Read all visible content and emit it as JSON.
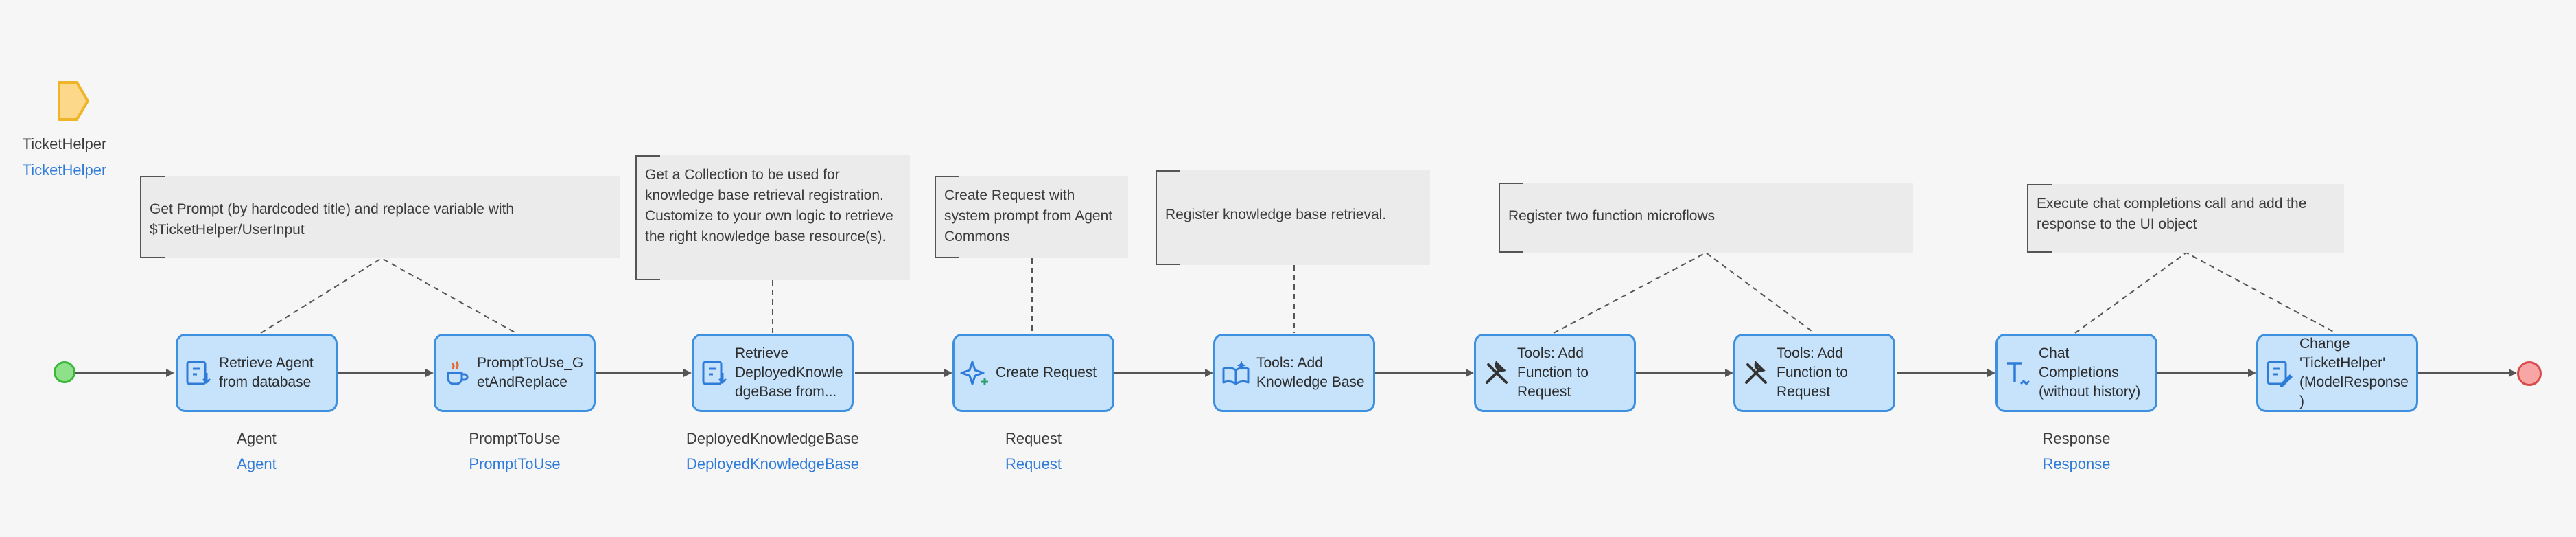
{
  "parameter": {
    "name": "TicketHelper",
    "type": "TicketHelper",
    "color": "#f6c445"
  },
  "annotations": [
    {
      "id": "a1",
      "text": "Get Prompt (by hardcoded title) and replace variable with $TicketHelper/UserInput"
    },
    {
      "id": "a2",
      "text": "Get a Collection to be used for knowledge base retrieval registration. Customize to your own logic to retrieve the right knowledge base resource(s)."
    },
    {
      "id": "a3",
      "text": "Create Request with system prompt from Agent Commons"
    },
    {
      "id": "a4",
      "text": "Register knowledge base retrieval."
    },
    {
      "id": "a5",
      "text": "Register two function microflows"
    },
    {
      "id": "a6",
      "text": "Execute chat completions call and add the response to the UI object"
    }
  ],
  "activities": [
    {
      "id": "retrieve-agent",
      "label": "Retrieve Agent from database",
      "icon": "retrieve-icon",
      "output_name": "Agent",
      "output_type": "Agent"
    },
    {
      "id": "prompt-replace",
      "label": "PromptToUse_GetAndReplace",
      "icon": "java-action-icon",
      "output_name": "PromptToUse",
      "output_type": "PromptToUse"
    },
    {
      "id": "retrieve-kb",
      "label": "Retrieve DeployedKnowledgeBase from...",
      "icon": "retrieve-icon",
      "output_name": "DeployedKnowledgeBase",
      "output_type": "DeployedKnowledgeBase"
    },
    {
      "id": "create-request",
      "label": "Create Request",
      "icon": "sparkle-icon",
      "output_name": "Request",
      "output_type": "Request"
    },
    {
      "id": "add-kb",
      "label": "Tools: Add Knowledge Base",
      "icon": "knowledge-base-icon",
      "output_name": "",
      "output_type": ""
    },
    {
      "id": "add-fn-1",
      "label": "Tools: Add Function to Request",
      "icon": "tools-icon",
      "output_name": "",
      "output_type": ""
    },
    {
      "id": "add-fn-2",
      "label": "Tools: Add Function to Request",
      "icon": "tools-icon",
      "output_name": "",
      "output_type": ""
    },
    {
      "id": "chat-completions",
      "label": "Chat Completions (without history)",
      "icon": "text-icon",
      "output_name": "Response",
      "output_type": "Response"
    },
    {
      "id": "change-helper",
      "label": "Change 'TicketHelper' (ModelResponse)",
      "icon": "change-object-icon",
      "output_name": "",
      "output_type": ""
    }
  ],
  "colors": {
    "activity_fill": "#c6e3fb",
    "activity_border": "#3d8fe0",
    "start_fill": "#8fe08a",
    "end_fill": "#f7a5a5",
    "link": "#2f7bd9",
    "flow": "#555555"
  }
}
